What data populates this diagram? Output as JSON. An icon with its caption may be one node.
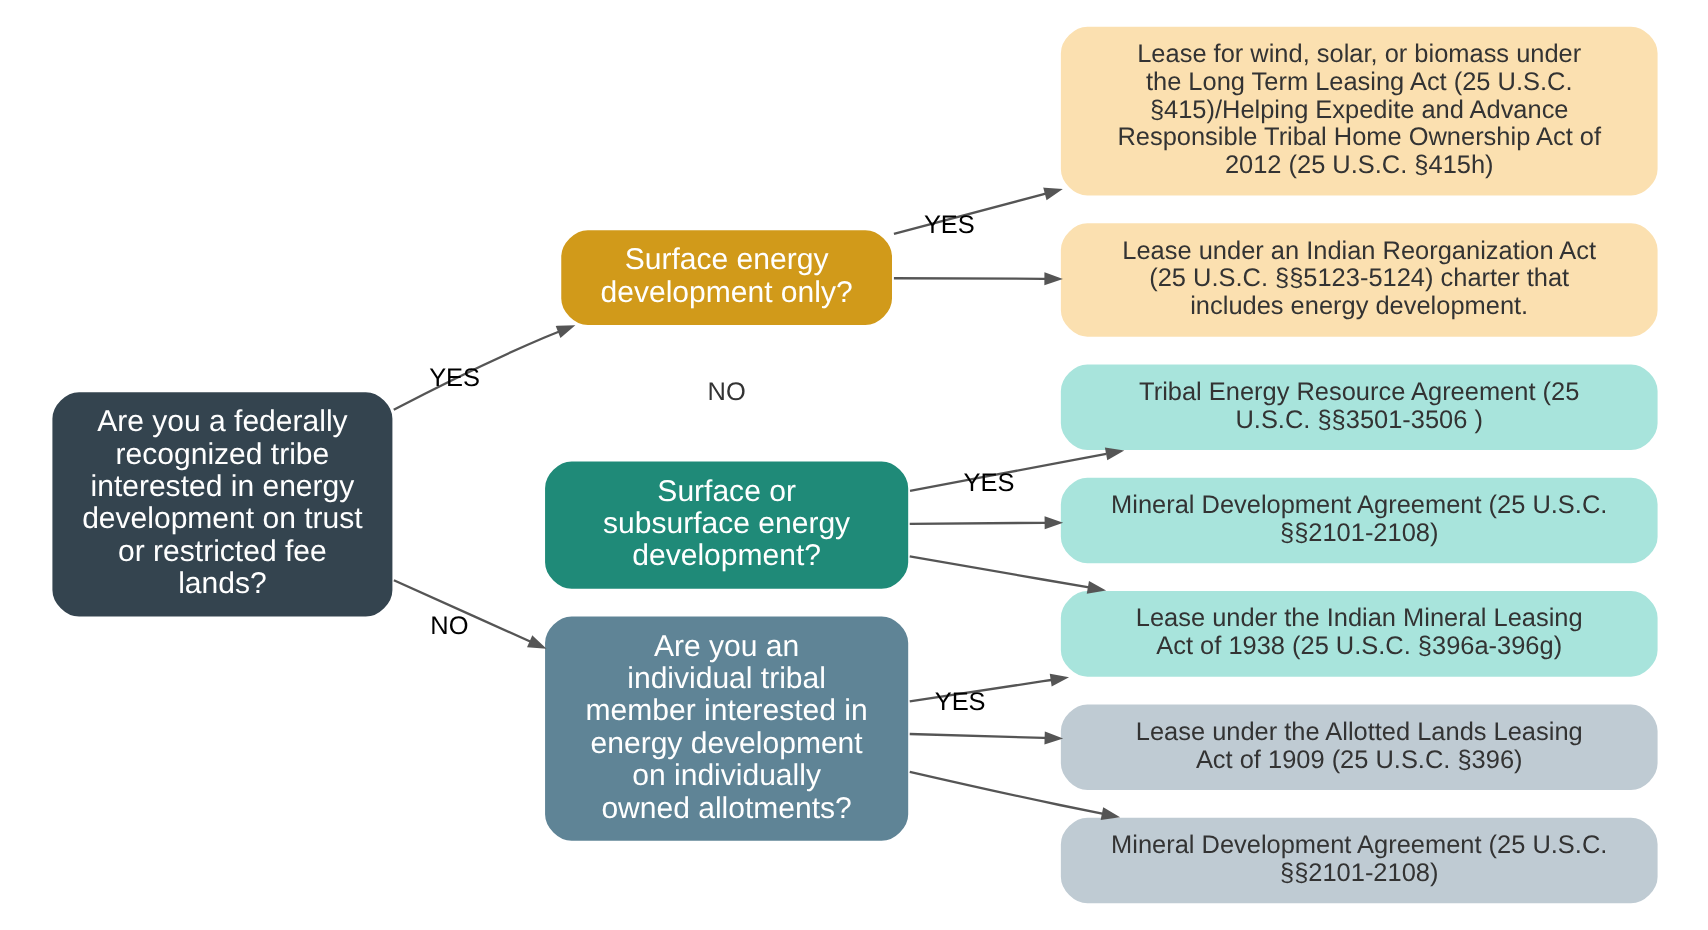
{
  "diagram": {
    "nodes": [
      {
        "text": [
          "Are you a federally recognized tribe interested in energy development on trust or restricted fee lands?"
        ]
      },
      {
        "text": [
          "Surface energy development only?"
        ]
      },
      {
        "text": [
          "Lease for wind, solar, or biomass under the Long Term Leasing Act (25 U.S.C. §415)/Helping Expedite and Advance Responsible Tribal Home Ownership Act of 2012 (25 U.S.C. §415h)"
        ]
      },
      {
        "text": [
          "Lease under an Indian Reorganization Act (25 U.S.C. §§5123-5124) charter that includes energy development."
        ]
      },
      {
        "text": [
          "Surface or subsurface energy development?"
        ]
      },
      {
        "text": [
          "Tribal Energy Resource Agreement (25 U.S.C. §§3501-3506 )"
        ]
      },
      {
        "text": [
          "Mineral Development Agreement (25 U.S.C. §§2101-2108)"
        ]
      },
      {
        "text": [
          "Lease under the Indian Mineral Leasing Act of 1938 (25 U.S.C. §396a-396g)"
        ]
      },
      {
        "text": [
          "Are you an individual tribal member interested in energy development on individually owned allotments?"
        ]
      },
      {
        "text": [
          "Lease under the Allotted Lands Leasing Act of 1909 (25 U.S.C. §396)"
        ]
      },
      {
        "text": [
          "Mineral Development Agreement (25 U.S.C. §§2101-2108)"
        ]
      }
    ],
    "edges": [
      {
        "from": 0,
        "to": 1,
        "arrow": "to",
        "label": "YES"
      },
      {
        "from": 0,
        "to": 8,
        "arrow": "to",
        "label": "NO"
      },
      {
        "from": 1,
        "to": 2,
        "arrow": "to",
        "label": "YES"
      },
      {
        "from": 1,
        "to": 3,
        "arrow": "to"
      },
      {
        "from": 4,
        "to": 5,
        "arrow": "to",
        "label": "YES"
      },
      {
        "from": 4,
        "to": 6,
        "arrow": "to"
      },
      {
        "from": 4,
        "to": 7,
        "arrow": "to"
      },
      {
        "from": 8,
        "to": 7,
        "arrow": "to",
        "label": "YES"
      },
      {
        "from": 8,
        "to": 9,
        "arrow": "to"
      },
      {
        "from": 8,
        "to": 10,
        "arrow": "to"
      }
    ],
    "labels": [
      "NO"
    ]
  }
}
